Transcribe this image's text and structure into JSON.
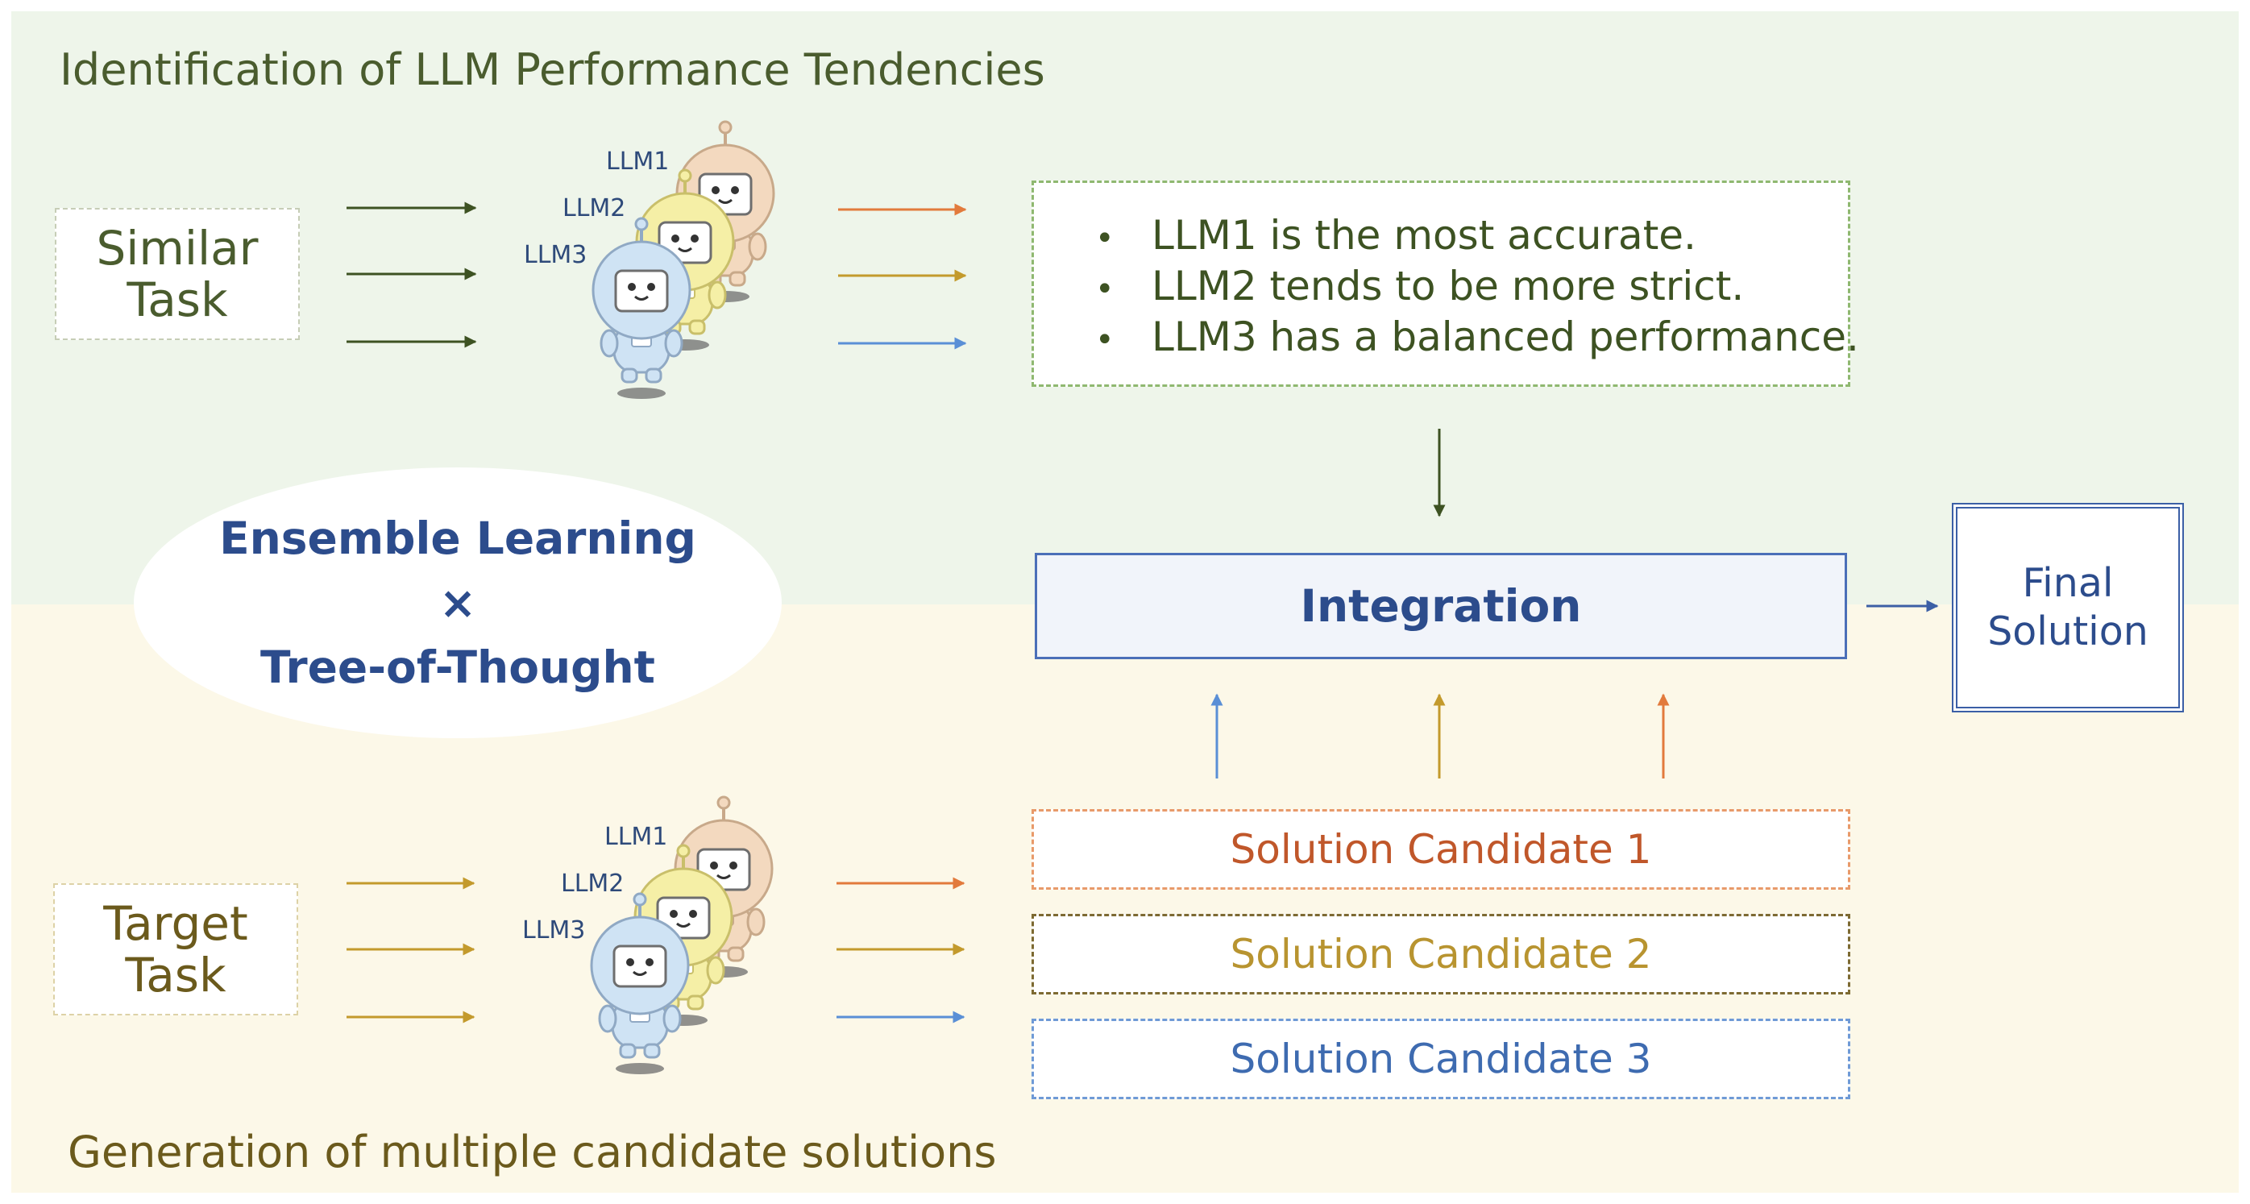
{
  "sections": {
    "top_title": "Identification of LLM Performance Tendencies",
    "bottom_title": "Generation of multiple candidate solutions"
  },
  "similar_task": {
    "line1": "Similar",
    "line2": "Task"
  },
  "target_task": {
    "line1": "Target",
    "line2": "Task"
  },
  "llm_labels": [
    "LLM1",
    "LLM2",
    "LLM3"
  ],
  "tendencies": [
    "LLM1 is the most accurate.",
    "LLM2 tends to be more strict.",
    "LLM3 has a balanced performance."
  ],
  "ensemble": {
    "line1": "Ensemble Learning",
    "line2": "×",
    "line3": "Tree-of-Thought"
  },
  "integration_label": "Integration",
  "final_solution": {
    "line1": "Final",
    "line2": "Solution"
  },
  "candidates": [
    "Solution Candidate 1",
    "Solution Candidate 2",
    "Solution Candidate 3"
  ],
  "colors": {
    "green_dark": "#3d5222",
    "orange": "#e27a3c",
    "gold": "#c39a2c",
    "blue": "#5a8fd6",
    "navy": "#2c4c8c"
  },
  "robot_colors": [
    "#f3d9bf",
    "#f5efa6",
    "#cfe3f4"
  ]
}
